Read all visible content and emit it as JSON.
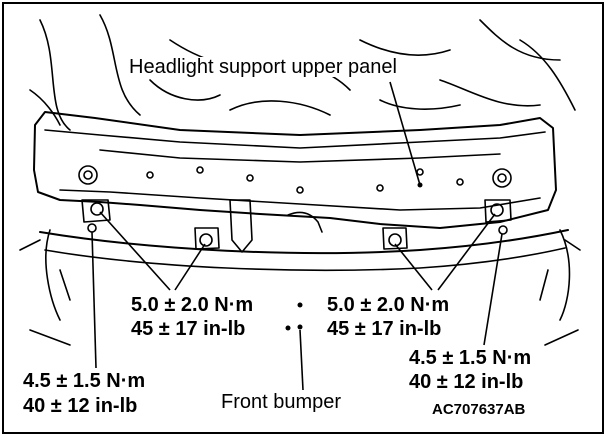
{
  "labels": {
    "upper_panel": "Headlight support upper panel",
    "front_bumper": "Front bumper",
    "figure_code": "AC707637AB"
  },
  "torque_specs": {
    "center_left": {
      "nm": "5.0 ± 2.0 N·m",
      "inlb": "45 ± 17 in-lb"
    },
    "center_right": {
      "nm": "5.0 ± 2.0 N·m",
      "inlb": "45 ± 17 in-lb"
    },
    "outer_left": {
      "nm": "4.5 ± 1.5 N·m",
      "inlb": "40 ± 12 in-lb"
    },
    "outer_right": {
      "nm": "4.5 ± 1.5 N·m",
      "inlb": "40 ± 12 in-lb"
    }
  }
}
